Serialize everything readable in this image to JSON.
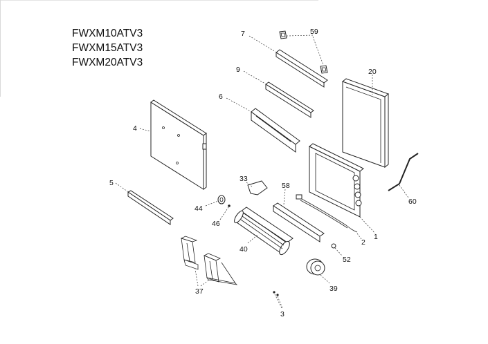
{
  "models": [
    "FWXM10ATV3",
    "FWXM15ATV3",
    "FWXM20ATV3"
  ],
  "part_labels": {
    "p1": "1",
    "p2": "2",
    "p3": "3",
    "p4": "4",
    "p5": "5",
    "p6": "6",
    "p7": "7",
    "p9": "9",
    "p20": "20",
    "p33": "33",
    "p37": "37",
    "p39": "39",
    "p40": "40",
    "p44": "44",
    "p46": "46",
    "p52": "52",
    "p58": "58",
    "p59": "59",
    "p60": "60"
  }
}
